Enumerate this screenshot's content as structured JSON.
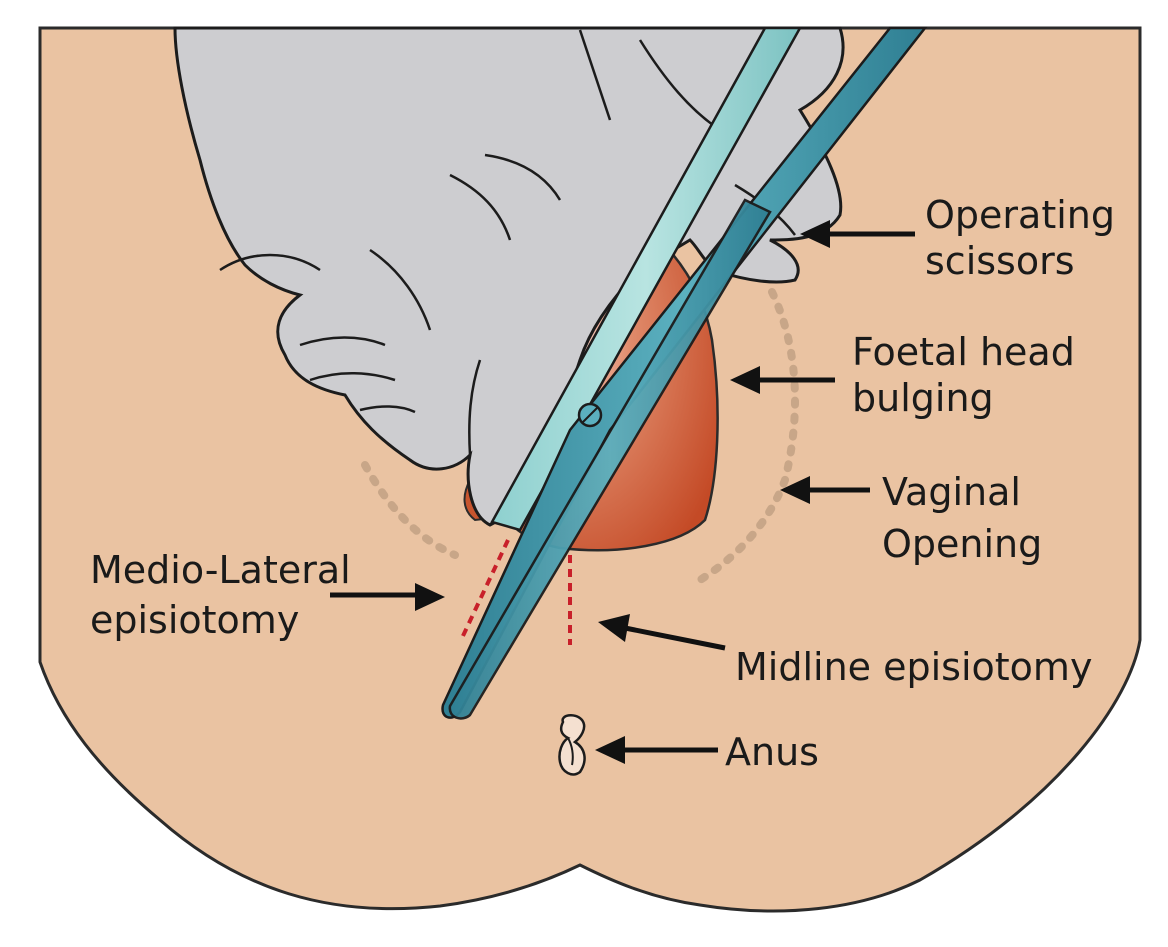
{
  "colors": {
    "skin": "#EAC3A2",
    "skin_outline": "#2b2b2b",
    "glove": "#CDCDD0",
    "glove_outline": "#1c1c1c",
    "foetal_head": "#C8552E",
    "foetal_head_light": "#F2C4B4",
    "scissors_dark": "#3C8EA0",
    "scissors_light": "#7FC8C8",
    "incision_line": "#C8202A",
    "vaginal_opening_dots": "#C8A688",
    "arrow": "#111111",
    "text": "#1a1a1a"
  },
  "labels": {
    "operating_scissors": [
      "Operating",
      "scissors"
    ],
    "foetal_head": [
      "Foetal head",
      "bulging"
    ],
    "vaginal_opening": [
      "Vaginal",
      "Opening"
    ],
    "medio_lateral": [
      "Medio-Lateral",
      "episiotomy"
    ],
    "midline": [
      "Midline episiotomy"
    ],
    "anus": [
      "Anus"
    ]
  }
}
